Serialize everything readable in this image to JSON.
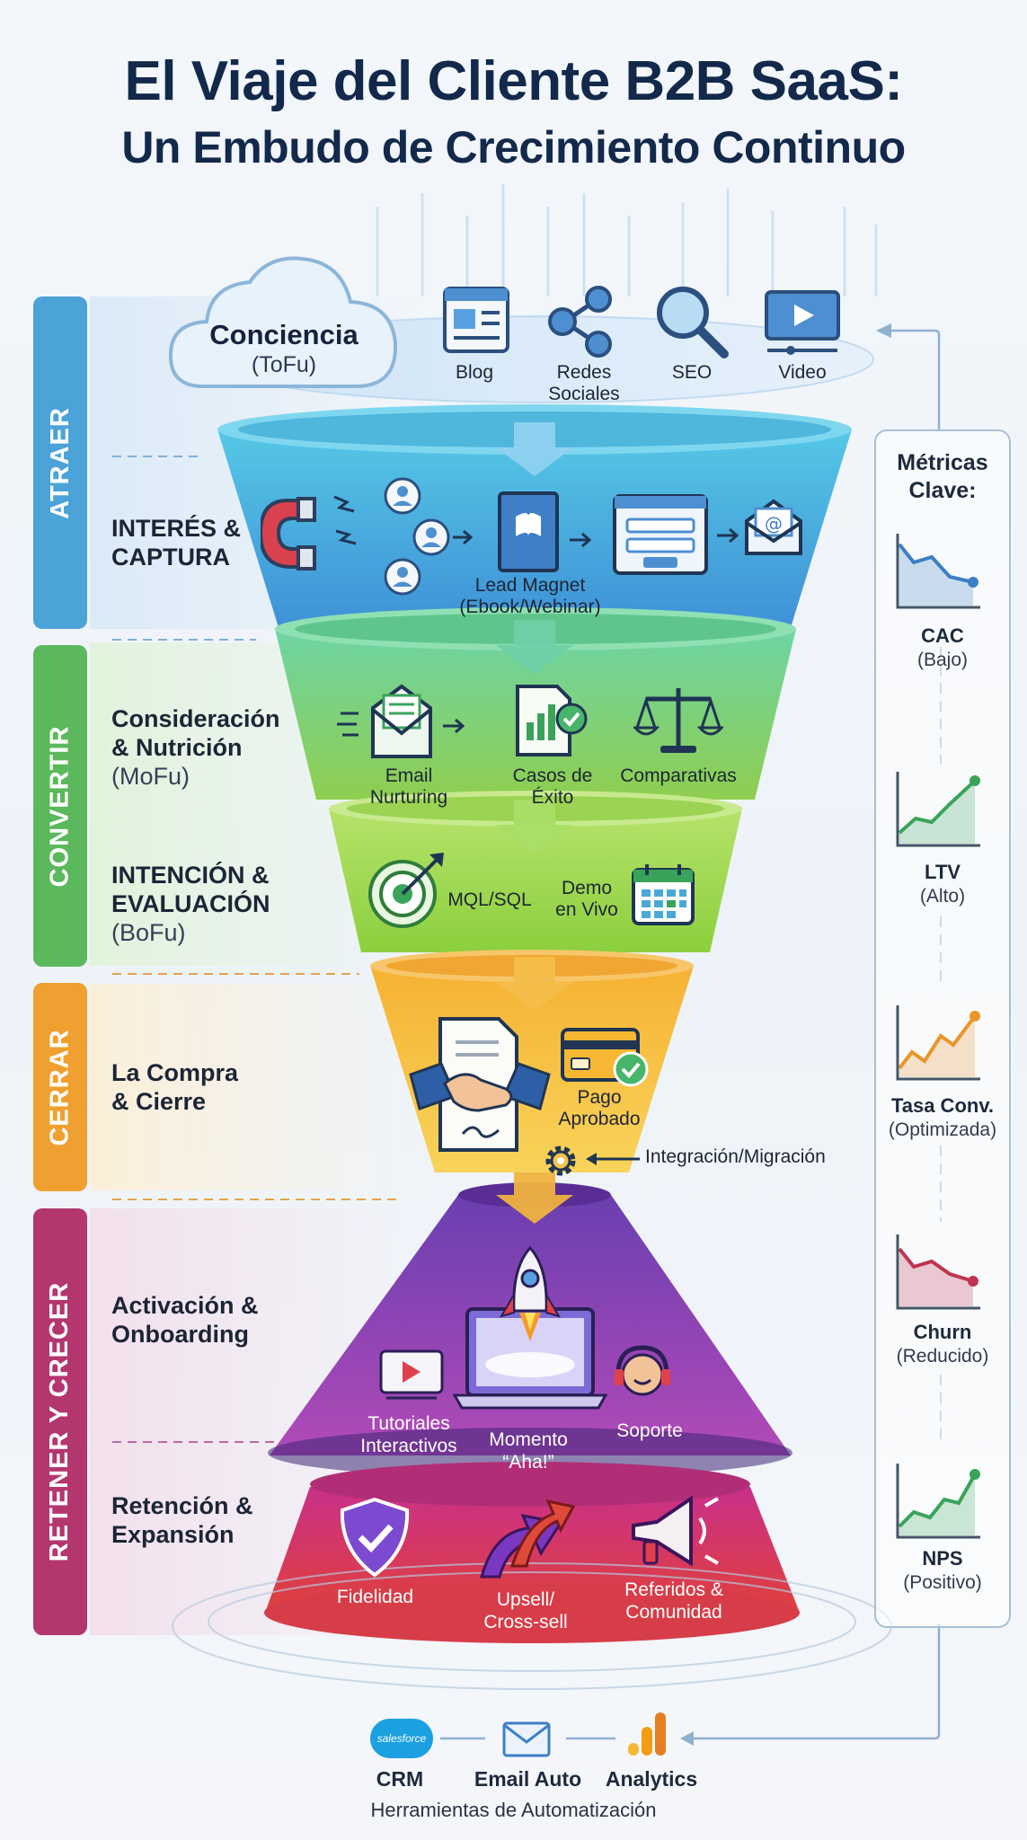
{
  "title": {
    "line1": "El Viaje del Cliente B2B SaaS:",
    "line2": "Un Embudo de Crecimiento Continuo"
  },
  "stages": [
    {
      "label": "ATRAER",
      "color": "#4ba3d8"
    },
    {
      "label": "CONVERTIR",
      "color": "#5cb85c"
    },
    {
      "label": "CERRAR",
      "color": "#f0a030"
    },
    {
      "label": "RETENER Y CRECER",
      "color": "#b3366f"
    }
  ],
  "awareness": {
    "title": "Conciencia",
    "subtitle": "(ToFu)",
    "channels": [
      "Blog",
      "Redes Sociales",
      "SEO",
      "Video"
    ]
  },
  "interest": {
    "label_line1": "INTERÉS &",
    "label_line2": "CAPTURA",
    "lead_magnet_line1": "Lead Magnet",
    "lead_magnet_line2": "(Ebook/Webinar)"
  },
  "consideration": {
    "label_line1": "Consideración",
    "label_line2": "& Nutrición",
    "label_sub": "(MoFu)",
    "items": [
      {
        "line1": "Email",
        "line2": "Nurturing"
      },
      {
        "line1": "Casos de",
        "line2": "Éxito"
      },
      {
        "line1": "Comparativas",
        "line2": ""
      }
    ]
  },
  "intention": {
    "label_line1": "INTENCIÓN &",
    "label_line2": "EVALUACIÓN",
    "label_sub": "(BoFu)",
    "mql": "MQL/SQL",
    "demo_line1": "Demo",
    "demo_line2": "en Vivo"
  },
  "purchase": {
    "label_line1": "La Compra",
    "label_line2": "& Cierre",
    "payment_line1": "Pago",
    "payment_line2": "Aprobado",
    "integration": "Integración/Migración"
  },
  "activation": {
    "label_line1": "Activación &",
    "label_line2": "Onboarding",
    "items": [
      {
        "line1": "Tutoriales",
        "line2": "Interactivos"
      },
      {
        "line1": "Momento",
        "line2": "“Aha!”"
      },
      {
        "line1": "Soporte",
        "line2": ""
      }
    ]
  },
  "retention": {
    "label_line1": "Retención &",
    "label_line2": "Expansión",
    "items": [
      {
        "line1": "Fidelidad",
        "line2": ""
      },
      {
        "line1": "Upsell/",
        "line2": "Cross-sell"
      },
      {
        "line1": "Referidos &",
        "line2": "Comunidad"
      }
    ]
  },
  "metrics": {
    "title_line1": "Métricas",
    "title_line2": "Clave:",
    "items": [
      {
        "name": "CAC",
        "note": "(Bajo)",
        "trend": "down",
        "color": "#3b7fc4"
      },
      {
        "name": "LTV",
        "note": "(Alto)",
        "trend": "up",
        "color": "#3aa35a"
      },
      {
        "name": "Tasa Conv.",
        "note": "(Optimizada)",
        "trend": "up",
        "color": "#e8952a"
      },
      {
        "name": "Churn",
        "note": "(Reducido)",
        "trend": "down",
        "color": "#c0344e"
      },
      {
        "name": "NPS",
        "note": "(Positivo)",
        "trend": "up",
        "color": "#3aa35a"
      }
    ]
  },
  "tools": {
    "items": [
      "CRM",
      "Email Auto",
      "Analytics"
    ],
    "crm_logo": "salesforce",
    "caption": "Herramientas de Automatización"
  }
}
